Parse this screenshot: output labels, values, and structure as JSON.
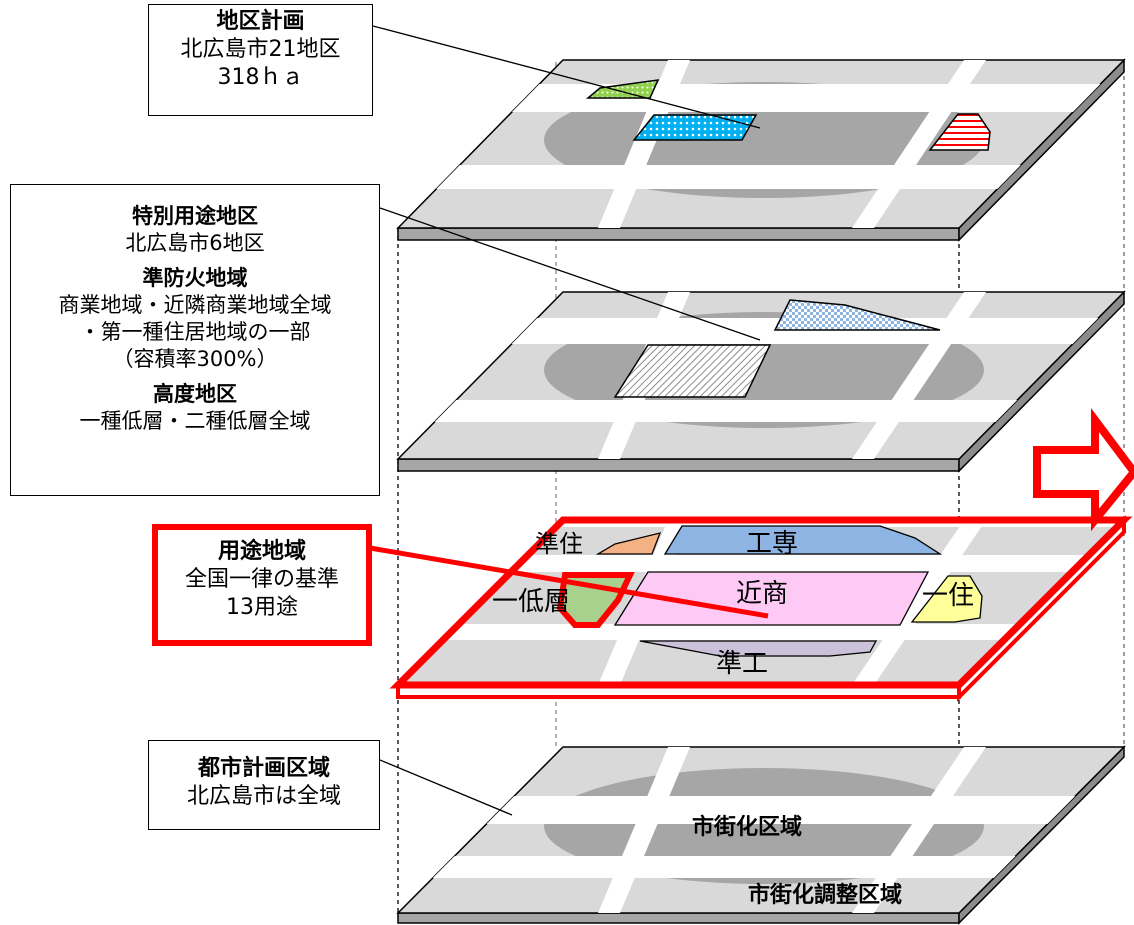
{
  "layers": {
    "district_plan": {
      "title": "地区計画",
      "line1": "北広島市21地区",
      "line2": "318ｈａ"
    },
    "special_districts": {
      "special_use_title": "特別用途地区",
      "special_use_text": "北広島市6地区",
      "fire_title": "準防火地域",
      "fire_line1": "商業地域・近隣商業地域全域",
      "fire_line2": "・第一種住居地域の一部",
      "fire_line3": "（容積率300%）",
      "height_title": "高度地区",
      "height_text": "一種低層・二種低層全域"
    },
    "use_zone": {
      "title": "用途地域",
      "line1": "全国一律の基準",
      "line2": "13用途"
    },
    "city_planning": {
      "title": "都市計画区域",
      "line1": "北広島市は全域"
    }
  },
  "zones": {
    "jun_ju": "準住",
    "kou_sen": "工専",
    "ichi_tei": "一低層",
    "kinsho": "近商",
    "ichi_ju": "一住",
    "jun_kou": "準工"
  },
  "areas": {
    "urbanization": "市街化区域",
    "urbanization_control": "市街化調整区域"
  },
  "colors": {
    "accent": "#ff0000",
    "plane_gray": "#d9d9d9",
    "plane_dark": "#a6a6a6",
    "road": "#ffffff",
    "zone_jun_ju": "#f4b183",
    "zone_kou_sen": "#8eb4e3",
    "zone_ichi_tei": "#a9d18e",
    "zone_kinsho": "#ffc9f5",
    "zone_ichi_ju": "#ffff99",
    "zone_jun_kou": "#ccc1da"
  }
}
